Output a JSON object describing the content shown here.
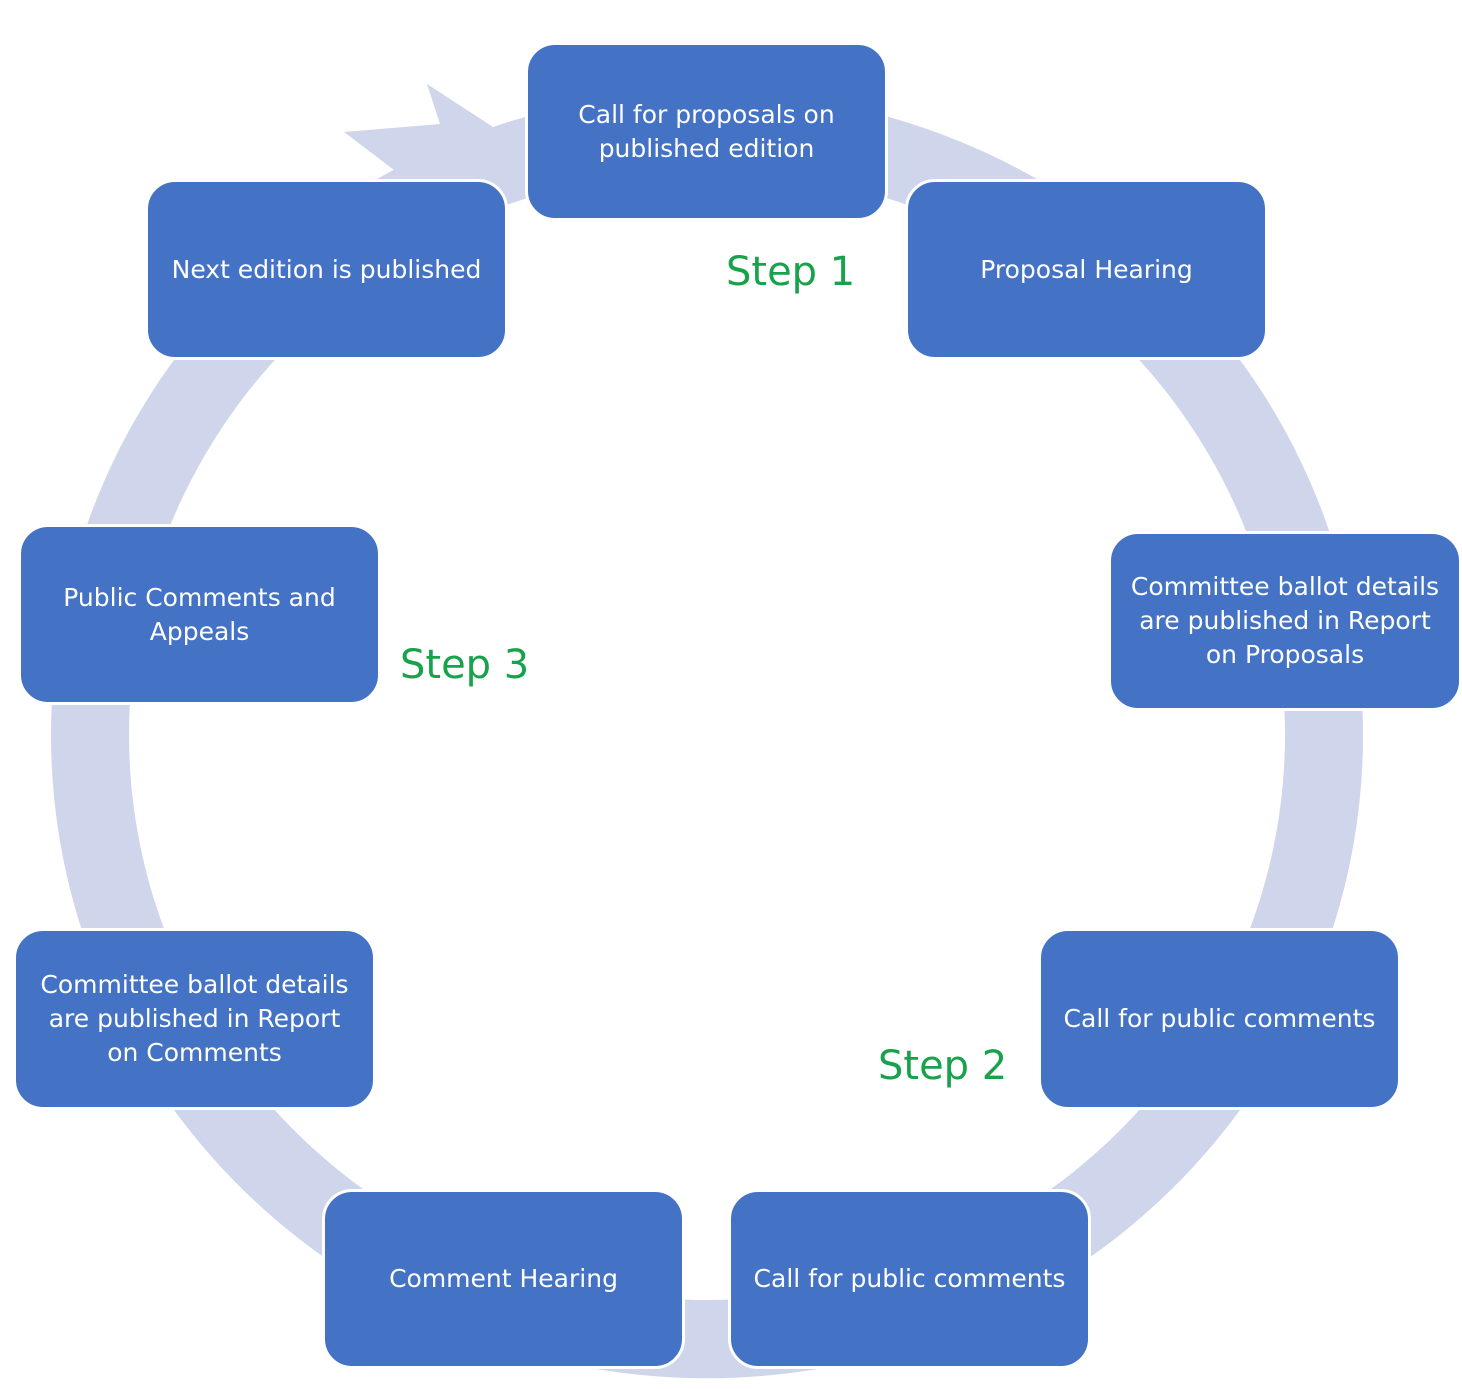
{
  "colors": {
    "node_fill": "#4472c4",
    "ring_fill": "#cfd5ea",
    "step_text": "#17a24b",
    "node_text": "#ffffff"
  },
  "nodes": [
    {
      "id": "call-for-proposals",
      "label": "Call for proposals on published edition"
    },
    {
      "id": "proposal-hearing",
      "label": "Proposal Hearing"
    },
    {
      "id": "ballot-report-on-proposals",
      "label": "Committee ballot details are published in Report on Proposals"
    },
    {
      "id": "call-for-public-comments-1",
      "label": "Call for public comments"
    },
    {
      "id": "call-for-public-comments-2",
      "label": "Call for public comments"
    },
    {
      "id": "comment-hearing",
      "label": "Comment Hearing"
    },
    {
      "id": "ballot-report-on-comments",
      "label": "Committee ballot details are published in Report on Comments"
    },
    {
      "id": "public-comments-appeals",
      "label": "Public Comments and Appeals"
    },
    {
      "id": "next-edition-published",
      "label": "Next edition is published"
    }
  ],
  "steps": [
    {
      "id": "step-1",
      "label": "Step 1"
    },
    {
      "id": "step-2",
      "label": "Step 2"
    },
    {
      "id": "step-3",
      "label": "Step 3"
    }
  ]
}
